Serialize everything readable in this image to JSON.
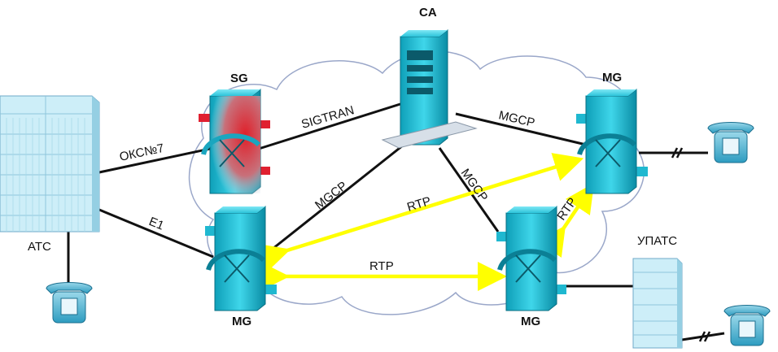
{
  "nodes": {
    "ats": {
      "label": "АТС"
    },
    "sg": {
      "label": "SG"
    },
    "ca": {
      "label": "CA"
    },
    "mg_top_right": {
      "label": "MG"
    },
    "mg_left": {
      "label": "MG"
    },
    "mg_bottom_right": {
      "label": "MG"
    },
    "upats": {
      "label": "УПАТС"
    }
  },
  "links": {
    "okc7": "ОКС№7",
    "e1": "E1",
    "sigtran": "SIGTRAN",
    "mgcp_top": "MGCP",
    "mgcp_left": "MGCP",
    "mgcp_diag": "MGCP",
    "rtp_diag": "RTP",
    "rtp_horizontal": "RTP",
    "rtp_right": "RTP"
  },
  "colors": {
    "device_cyan": "#1fb8d0",
    "device_dark": "#0b7f95",
    "rtp_yellow": "#ffff00",
    "line": "#111111",
    "cloud_stroke": "#9aa7c9",
    "ats_panel": "#bfe6f5"
  },
  "icons": [
    "telephone-icon",
    "switch-rack-icon",
    "server-icon",
    "media-gateway-icon"
  ]
}
